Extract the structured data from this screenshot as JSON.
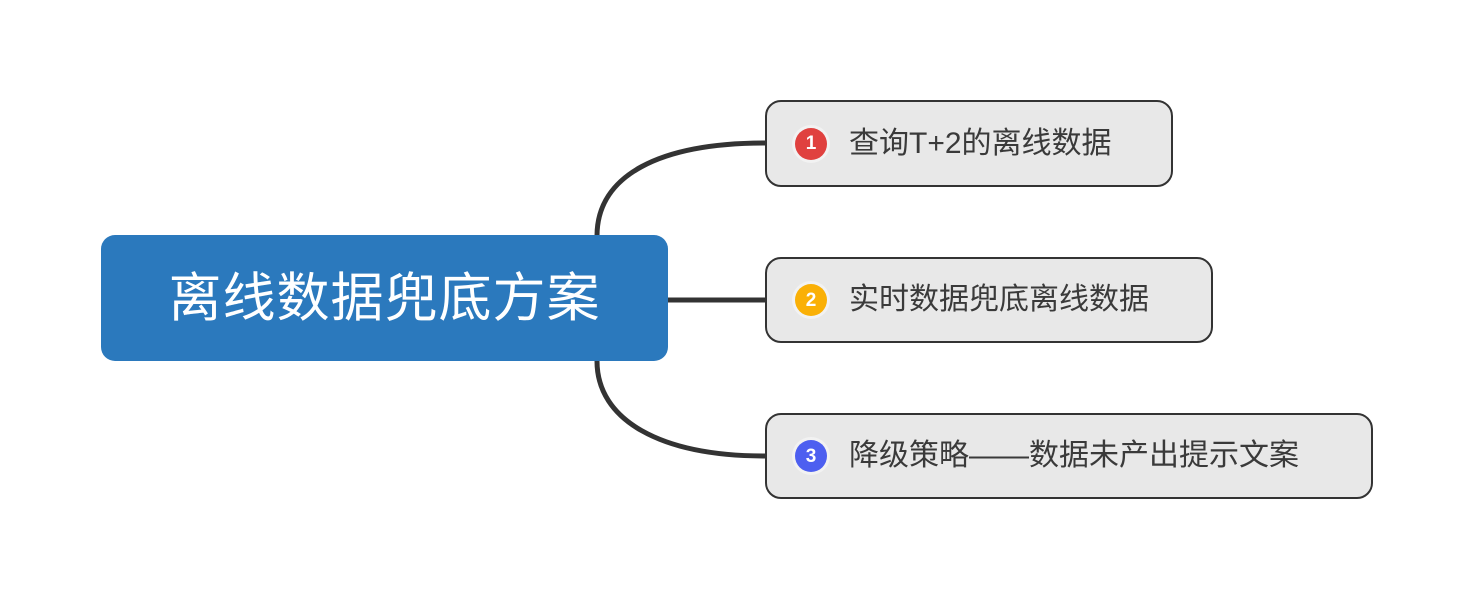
{
  "diagram": {
    "type": "mind-map",
    "background_color": "#FFFFFF",
    "root": {
      "label": "离线数据兜底方案",
      "fill_color": "#2B79BD",
      "text_color": "#FFFFFF"
    },
    "connector_color": "#333333",
    "branches": [
      {
        "number": "1",
        "label": "查询T+2的离线数据",
        "badge_color": "#E0413F",
        "fill_color": "#E8E8E8",
        "border_color": "#333333",
        "text_color": "#3A3A3A"
      },
      {
        "number": "2",
        "label": "实时数据兜底离线数据",
        "badge_color": "#FAB006",
        "fill_color": "#E8E8E8",
        "border_color": "#333333",
        "text_color": "#3A3A3A"
      },
      {
        "number": "3",
        "label": "降级策略——数据未产出提示文案",
        "badge_color": "#4D5FF0",
        "fill_color": "#E8E8E8",
        "border_color": "#333333",
        "text_color": "#3A3A3A"
      }
    ]
  }
}
